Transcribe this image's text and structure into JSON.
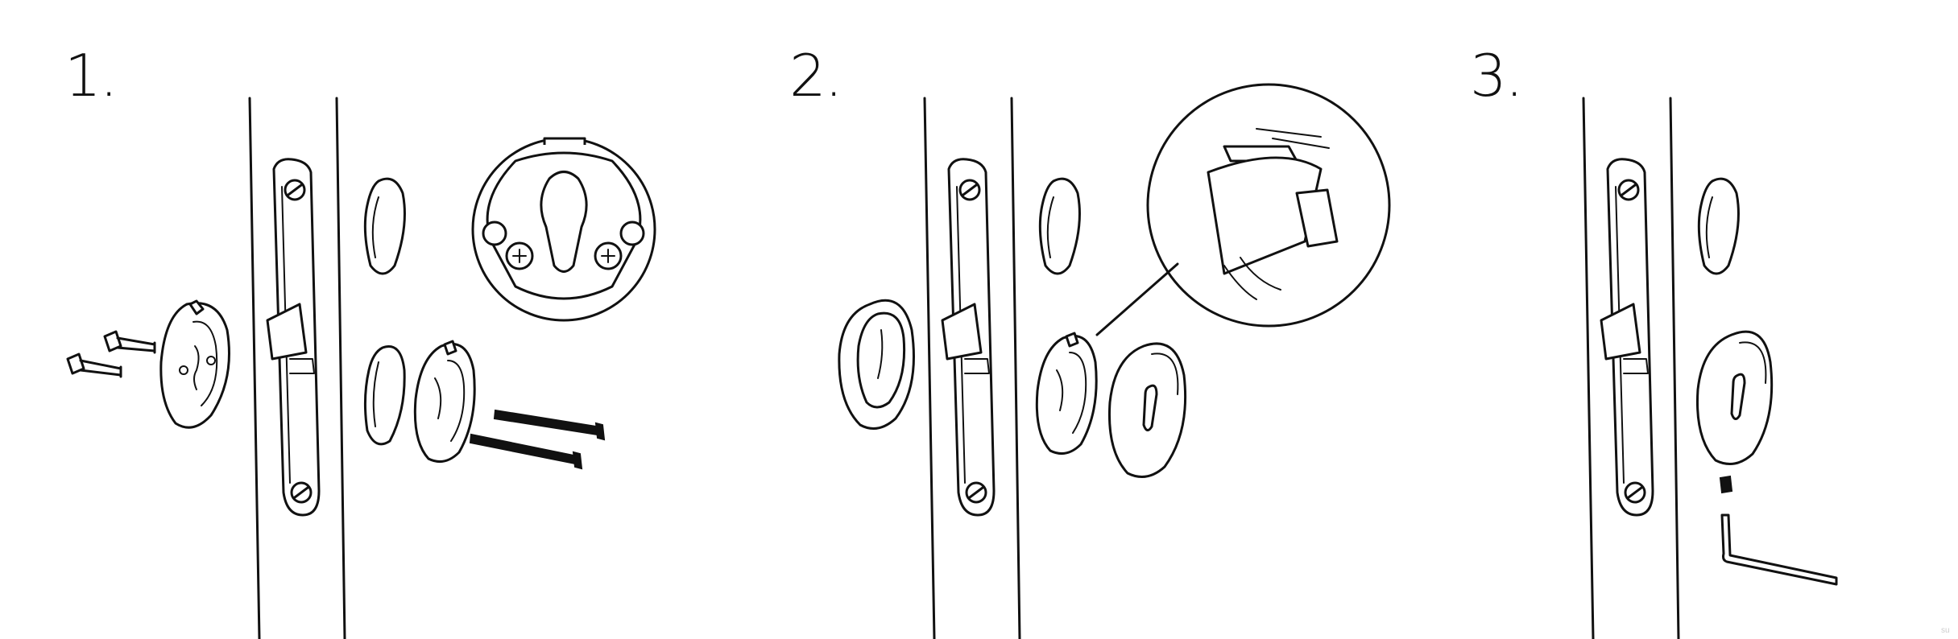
{
  "steps": [
    {
      "number": "1."
    },
    {
      "number": "2."
    },
    {
      "number": "3."
    }
  ],
  "watermark": "su",
  "colors": {
    "ink": "#111111",
    "background": "#ffffff"
  }
}
